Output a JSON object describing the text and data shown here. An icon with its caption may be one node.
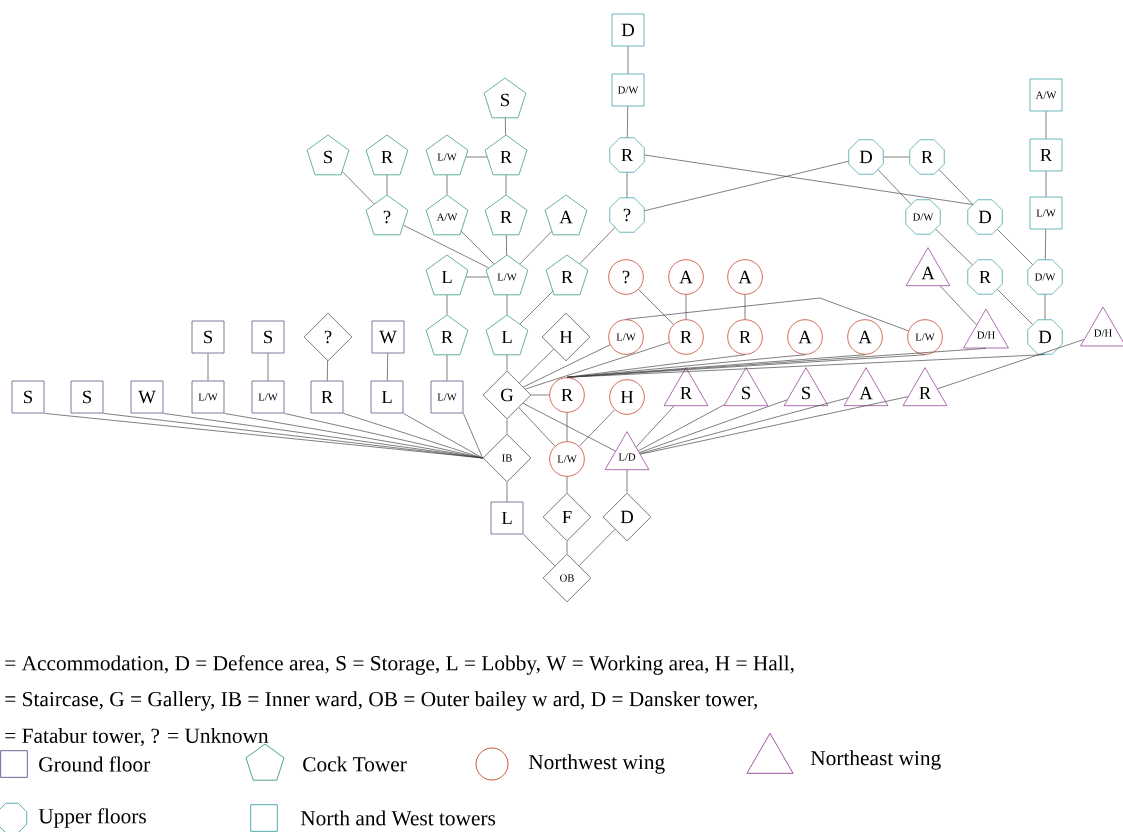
{
  "diagram": {
    "nodes": [
      {
        "text": [
          "D"
        ]
      },
      {
        "text": [
          "D/W"
        ]
      },
      {
        "text": [
          "A/W"
        ]
      },
      {
        "text": [
          "S"
        ]
      },
      {
        "text": [
          "S"
        ]
      },
      {
        "text": [
          "R"
        ]
      },
      {
        "text": [
          "L/W"
        ]
      },
      {
        "text": [
          "R"
        ]
      },
      {
        "text": [
          "R"
        ]
      },
      {
        "text": [
          "D"
        ]
      },
      {
        "text": [
          "R"
        ]
      },
      {
        "text": [
          "R"
        ]
      },
      {
        "text": [
          "?"
        ]
      },
      {
        "text": [
          "A/W"
        ]
      },
      {
        "text": [
          "R"
        ]
      },
      {
        "text": [
          "A"
        ]
      },
      {
        "text": [
          "?"
        ]
      },
      {
        "text": [
          "D/W"
        ]
      },
      {
        "text": [
          "D"
        ]
      },
      {
        "text": [
          "L/W"
        ]
      },
      {
        "text": [
          "L"
        ]
      },
      {
        "text": [
          "L/W"
        ]
      },
      {
        "text": [
          "R"
        ]
      },
      {
        "text": [
          "?"
        ]
      },
      {
        "text": [
          "A"
        ]
      },
      {
        "text": [
          "A"
        ]
      },
      {
        "text": [
          "A"
        ]
      },
      {
        "text": [
          "R"
        ]
      },
      {
        "text": [
          "D/W"
        ]
      },
      {
        "text": [
          "S"
        ]
      },
      {
        "text": [
          "S"
        ]
      },
      {
        "text": [
          "?"
        ]
      },
      {
        "text": [
          "W"
        ]
      },
      {
        "text": [
          "R"
        ]
      },
      {
        "text": [
          "L"
        ]
      },
      {
        "text": [
          "H"
        ]
      },
      {
        "text": [
          "L/W"
        ]
      },
      {
        "text": [
          "R"
        ]
      },
      {
        "text": [
          "R"
        ]
      },
      {
        "text": [
          "A"
        ]
      },
      {
        "text": [
          "A"
        ]
      },
      {
        "text": [
          "L/W"
        ]
      },
      {
        "text": [
          "D/H"
        ]
      },
      {
        "text": [
          "D"
        ]
      },
      {
        "text": [
          "D/H"
        ]
      },
      {
        "text": [
          "S"
        ]
      },
      {
        "text": [
          "S"
        ]
      },
      {
        "text": [
          "W"
        ]
      },
      {
        "text": [
          "L/W"
        ]
      },
      {
        "text": [
          "L/W"
        ]
      },
      {
        "text": [
          "R"
        ]
      },
      {
        "text": [
          "L"
        ]
      },
      {
        "text": [
          "L/W"
        ]
      },
      {
        "text": [
          "G"
        ]
      },
      {
        "text": [
          "R"
        ]
      },
      {
        "text": [
          "H"
        ]
      },
      {
        "text": [
          "R"
        ]
      },
      {
        "text": [
          "S"
        ]
      },
      {
        "text": [
          "S"
        ]
      },
      {
        "text": [
          "A"
        ]
      },
      {
        "text": [
          "R"
        ]
      },
      {
        "text": [
          "IB"
        ]
      },
      {
        "text": [
          "L/W"
        ]
      },
      {
        "text": [
          "L/D"
        ]
      },
      {
        "text": [
          "L"
        ]
      },
      {
        "text": [
          "F"
        ]
      },
      {
        "text": [
          "D"
        ]
      },
      {
        "text": [
          "OB"
        ]
      }
    ],
    "edges": [
      {
        "from": 0,
        "to": 1,
        "arrow": "none"
      },
      {
        "from": 1,
        "to": 8,
        "arrow": "none"
      },
      {
        "from": 8,
        "to": 16,
        "arrow": "none"
      },
      {
        "from": 3,
        "to": 7,
        "arrow": "none"
      },
      {
        "from": 6,
        "to": 7,
        "arrow": "none"
      },
      {
        "from": 7,
        "to": 14,
        "arrow": "none"
      },
      {
        "from": 6,
        "to": 13,
        "arrow": "none"
      },
      {
        "from": 5,
        "to": 12,
        "arrow": "none"
      },
      {
        "from": 4,
        "to": 12,
        "arrow": "none"
      },
      {
        "from": 12,
        "to": 21,
        "arrow": "none"
      },
      {
        "from": 13,
        "to": 21,
        "arrow": "none"
      },
      {
        "from": 14,
        "to": 21,
        "arrow": "none"
      },
      {
        "from": 15,
        "to": 21,
        "arrow": "none"
      },
      {
        "from": 16,
        "to": 22,
        "arrow": "none"
      },
      {
        "from": 20,
        "to": 21,
        "arrow": "none"
      },
      {
        "from": 21,
        "to": 34,
        "arrow": "none"
      },
      {
        "from": 22,
        "to": 34,
        "arrow": "none"
      },
      {
        "from": 8,
        "to": 18,
        "arrow": "none"
      },
      {
        "from": 16,
        "to": 9,
        "arrow": "none"
      },
      {
        "from": 9,
        "to": 10,
        "arrow": "none"
      },
      {
        "from": 9,
        "to": 17,
        "arrow": "none"
      },
      {
        "from": 10,
        "to": 18,
        "arrow": "none"
      },
      {
        "from": 17,
        "to": 27,
        "arrow": "none"
      },
      {
        "from": 18,
        "to": 28,
        "arrow": "none"
      },
      {
        "from": 2,
        "to": 11,
        "arrow": "none"
      },
      {
        "from": 11,
        "to": 19,
        "arrow": "none"
      },
      {
        "from": 19,
        "to": 28,
        "arrow": "none"
      },
      {
        "from": 28,
        "to": 43,
        "arrow": "none"
      },
      {
        "from": 27,
        "to": 43,
        "arrow": "none"
      },
      {
        "from": 26,
        "to": 42,
        "arrow": "none"
      },
      {
        "from": 23,
        "to": 37,
        "arrow": "none"
      },
      {
        "from": 24,
        "to": 37,
        "arrow": "none"
      },
      {
        "from": 25,
        "to": 38,
        "arrow": "none"
      },
      {
        "from": 36,
        "to": 41,
        "arrow": "none"
      },
      {
        "from": 34,
        "to": 53,
        "arrow": "none"
      },
      {
        "from": 53,
        "to": 35,
        "arrow": "none"
      },
      {
        "from": 53,
        "to": 36,
        "arrow": "none"
      },
      {
        "from": 53,
        "to": 37,
        "arrow": "none"
      },
      {
        "from": 54,
        "to": 38,
        "arrow": "none"
      },
      {
        "from": 54,
        "to": 39,
        "arrow": "none"
      },
      {
        "from": 54,
        "to": 40,
        "arrow": "none"
      },
      {
        "from": 54,
        "to": 41,
        "arrow": "none"
      },
      {
        "from": 54,
        "to": 42,
        "arrow": "none"
      },
      {
        "from": 54,
        "to": 43,
        "arrow": "none"
      },
      {
        "from": 29,
        "to": 48,
        "arrow": "none"
      },
      {
        "from": 30,
        "to": 49,
        "arrow": "none"
      },
      {
        "from": 31,
        "to": 50,
        "arrow": "none"
      },
      {
        "from": 32,
        "to": 51,
        "arrow": "none"
      },
      {
        "from": 33,
        "to": 52,
        "arrow": "none"
      },
      {
        "from": 20,
        "to": 33,
        "arrow": "none"
      },
      {
        "from": 45,
        "to": 61,
        "arrow": "none"
      },
      {
        "from": 46,
        "to": 61,
        "arrow": "none"
      },
      {
        "from": 47,
        "to": 61,
        "arrow": "none"
      },
      {
        "from": 48,
        "to": 61,
        "arrow": "none"
      },
      {
        "from": 49,
        "to": 61,
        "arrow": "none"
      },
      {
        "from": 50,
        "to": 61,
        "arrow": "none"
      },
      {
        "from": 51,
        "to": 61,
        "arrow": "none"
      },
      {
        "from": 52,
        "to": 61,
        "arrow": "none"
      },
      {
        "from": 53,
        "to": 54,
        "arrow": "none"
      },
      {
        "from": 53,
        "to": 61,
        "arrow": "none"
      },
      {
        "from": 53,
        "to": 62,
        "arrow": "none"
      },
      {
        "from": 53,
        "to": 63,
        "arrow": "none"
      },
      {
        "from": 54,
        "to": 62,
        "arrow": "none"
      },
      {
        "from": 55,
        "to": 62,
        "arrow": "none"
      },
      {
        "from": 63,
        "to": 56,
        "arrow": "none"
      },
      {
        "from": 63,
        "to": 57,
        "arrow": "none"
      },
      {
        "from": 63,
        "to": 58,
        "arrow": "none"
      },
      {
        "from": 63,
        "to": 59,
        "arrow": "none"
      },
      {
        "from": 63,
        "to": 60,
        "arrow": "none"
      },
      {
        "from": 60,
        "to": 44,
        "arrow": "none"
      },
      {
        "from": 61,
        "to": 64,
        "arrow": "none"
      },
      {
        "from": 62,
        "to": 65,
        "arrow": "none"
      },
      {
        "from": 63,
        "to": 66,
        "arrow": "none"
      },
      {
        "from": 64,
        "to": 67,
        "arrow": "none"
      },
      {
        "from": 65,
        "to": 67,
        "arrow": "none"
      },
      {
        "from": 66,
        "to": 67,
        "arrow": "none"
      }
    ],
    "labels": [
      "= Accommodation, D = Defence area, S = Storage, L = Lobby, W =   Working area, H = Hall,",
      "= Staircase, G = Gallery, IB = Inner ward, OB = Outer bailey w ard, D = Dansker tower,",
      "= Fatabur tower, ? = Unknown"
    ],
    "legend": [
      {
        "text": "Ground floor"
      },
      {
        "text": "Cock Tower"
      },
      {
        "text": "Northwest wing"
      },
      {
        "text": "Northeast wing"
      },
      {
        "text": "Upper floors"
      },
      {
        "text": "North and West towers"
      }
    ]
  }
}
